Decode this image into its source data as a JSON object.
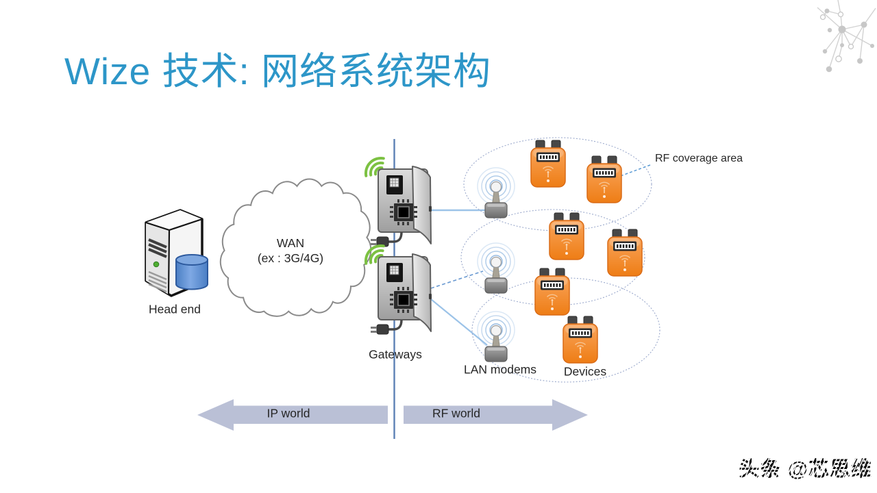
{
  "slide": {
    "title": "Wize 技术: 网络系统架构",
    "watermark": "头条 @芯思维",
    "background": "#FFFFFF"
  },
  "diagram": {
    "head_end_label": "Head end",
    "wan_label_line1": "WAN",
    "wan_label_line2": "(ex : 3G/4G)",
    "gateways_label": "Gateways",
    "lan_modems_label": "LAN modems",
    "devices_label": "Devices",
    "rf_coverage_label": "RF coverage area",
    "ip_world_label": "IP world",
    "rf_world_label": "RF world",
    "counts": {
      "gateways": 2,
      "lan_modems": 3,
      "devices": 6,
      "rf_coverage_ellipses": 3
    },
    "colors": {
      "title_blue": "#2D96C8",
      "backbone_line": "#5C81B5",
      "connector_solid": "#9CC3E8",
      "connector_dashed": "#6C9BD2",
      "coverage_ellipse": "#9BA9CC",
      "arrow_fill": "#BAC0D6",
      "device_orange": "#EE7D15",
      "wifi_green": "#7CC142",
      "database_blue": "#5D8DD2"
    }
  }
}
